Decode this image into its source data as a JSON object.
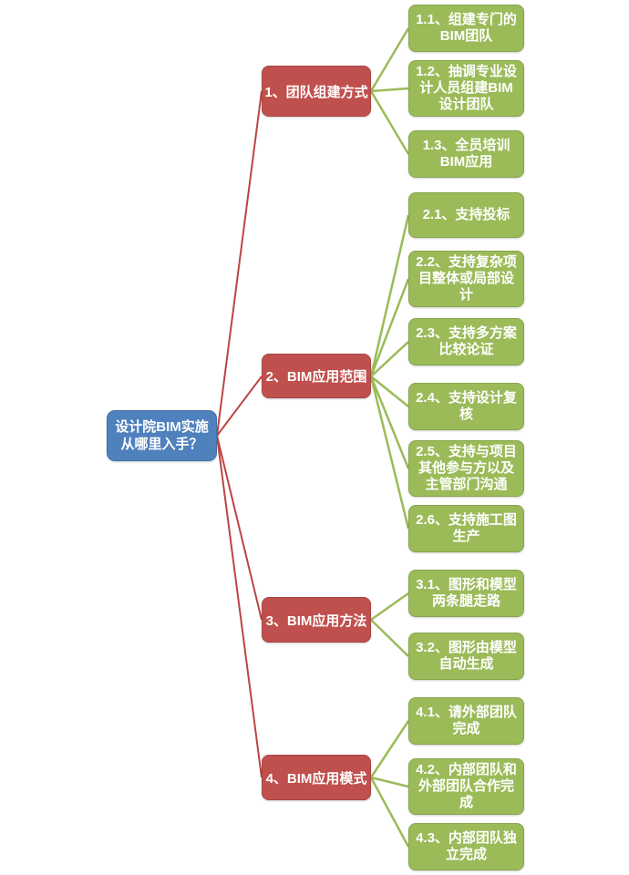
{
  "colors": {
    "background": "#ffffff",
    "root_fill": "#4f81bd",
    "branch_fill": "#c0504d",
    "leaf_fill": "#9bbb59",
    "edge_to_branch": "#bc4542",
    "edge_to_leaf": "#9bbb59",
    "node_text": "#ffffff"
  },
  "root": {
    "label": "设计院BIM实施从哪里入手？"
  },
  "branches": [
    {
      "label": "1、团队组建方式",
      "children": [
        {
          "label": "1.1、组建专门的BIM团队"
        },
        {
          "label": "1.2、抽调专业设计人员组建BIM设计团队"
        },
        {
          "label": "1.3、全员培训BIM应用"
        }
      ]
    },
    {
      "label": "2、BIM应用范围",
      "children": [
        {
          "label": "2.1、支持投标"
        },
        {
          "label": "2.2、支持复杂项目整体或局部设计"
        },
        {
          "label": "2.3、支持多方案比较论证"
        },
        {
          "label": "2.4、支持设计复核"
        },
        {
          "label": "2.5、支持与项目其他参与方以及主管部门沟通"
        },
        {
          "label": "2.6、支持施工图生产"
        }
      ]
    },
    {
      "label": "3、BIM应用方法",
      "children": [
        {
          "label": "3.1、图形和模型两条腿走路"
        },
        {
          "label": "3.2、图形由模型自动生成"
        }
      ]
    },
    {
      "label": "4、BIM应用模式",
      "children": [
        {
          "label": "4.1、请外部团队完成"
        },
        {
          "label": "4.2、内部团队和外部团队合作完成"
        },
        {
          "label": "4.3、内部团队独立完成"
        }
      ]
    }
  ]
}
